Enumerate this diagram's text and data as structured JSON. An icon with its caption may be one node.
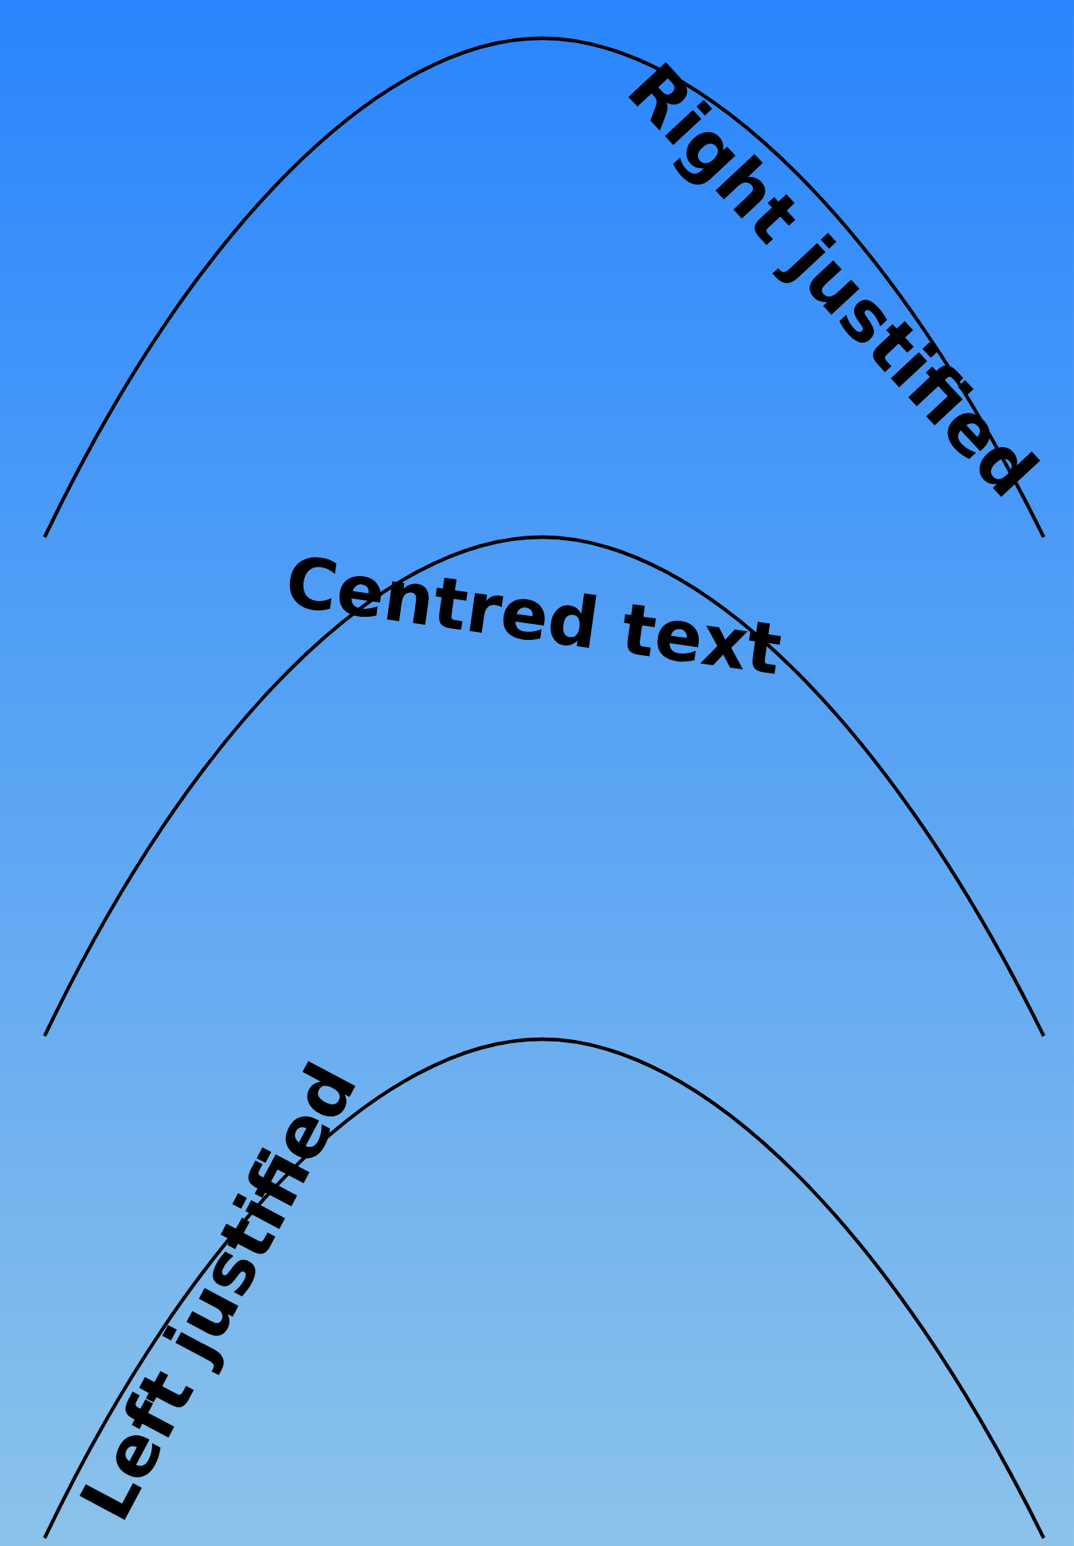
{
  "diagram": {
    "labels": [
      "Right justified",
      "Centred text",
      "Left justified"
    ]
  }
}
